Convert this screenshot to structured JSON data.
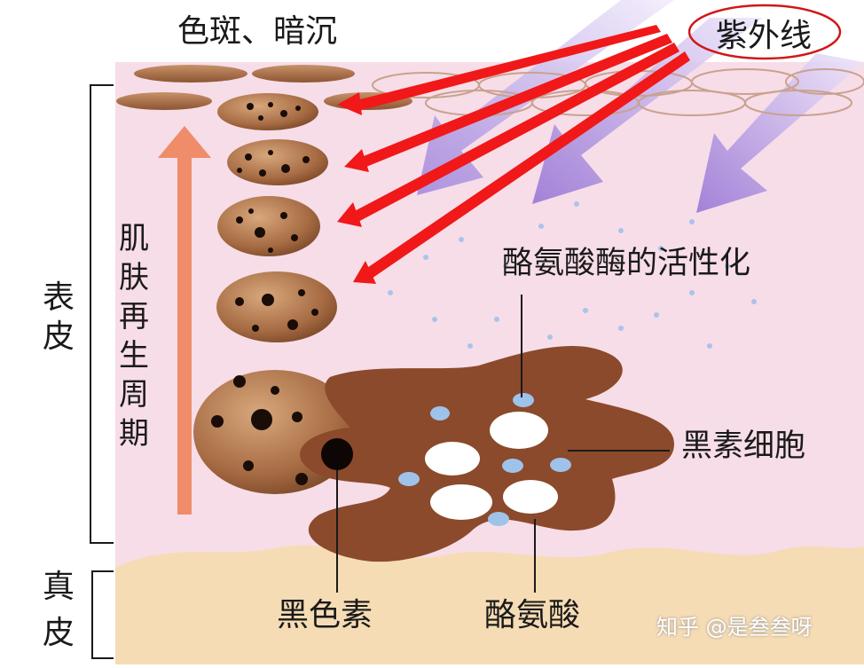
{
  "labels": {
    "spots": "色斑、暗沉",
    "uv": "紫外线",
    "tyrosinase_activation": "酪氨酸酶的活性化",
    "melanocyte": "黑素细胞",
    "melanin": "黑色素",
    "tyrosine": "酪氨酸",
    "epidermis": [
      "表",
      "皮"
    ],
    "dermis": [
      "真",
      "皮"
    ],
    "renewal_cycle": [
      "肌",
      "肤",
      "再",
      "生",
      "周",
      "期"
    ],
    "watermark": "知乎 @是叁叁呀"
  },
  "colors": {
    "epidermis_bg": "#f7dde8",
    "dermis_bg": "#f6dcb4",
    "uv_arrow": "#9f7fd8",
    "red_arrow": "#f01818",
    "melanocyte": "#8a4a2a",
    "melanosome_brown": "#8b5330",
    "renewal_arrow": "#ef8c6a",
    "uv_circle": "#d01818"
  }
}
